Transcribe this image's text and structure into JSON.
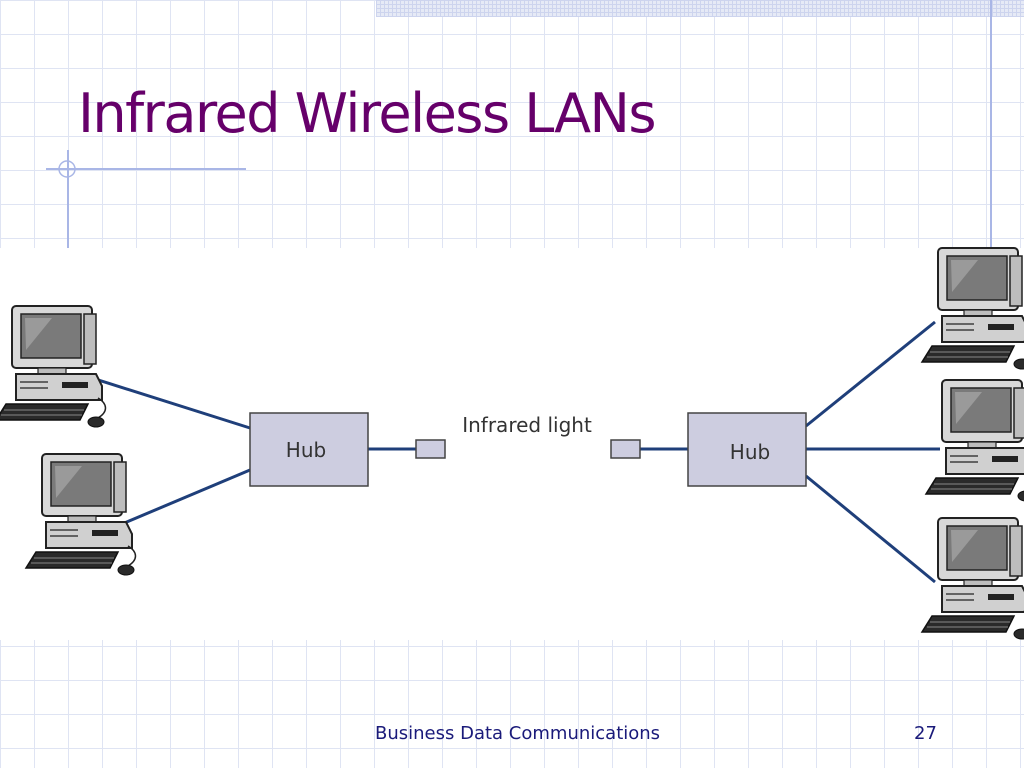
{
  "slide": {
    "title": "Infrared Wireless LANs",
    "footer": "Business Data Communications",
    "page_number": "27"
  },
  "diagram": {
    "hub_left_label": "Hub",
    "hub_right_label": "Hub",
    "link_label": "Infrared light",
    "left_computer_count": 2,
    "right_computer_count": 3
  },
  "colors": {
    "title": "#66006a",
    "footer": "#1a1a7a",
    "hub_fill": "#cdcde0",
    "link_line": "#1f3f7a",
    "grid": "#dfe4f3",
    "accent_rule": "#a9b6e6"
  }
}
